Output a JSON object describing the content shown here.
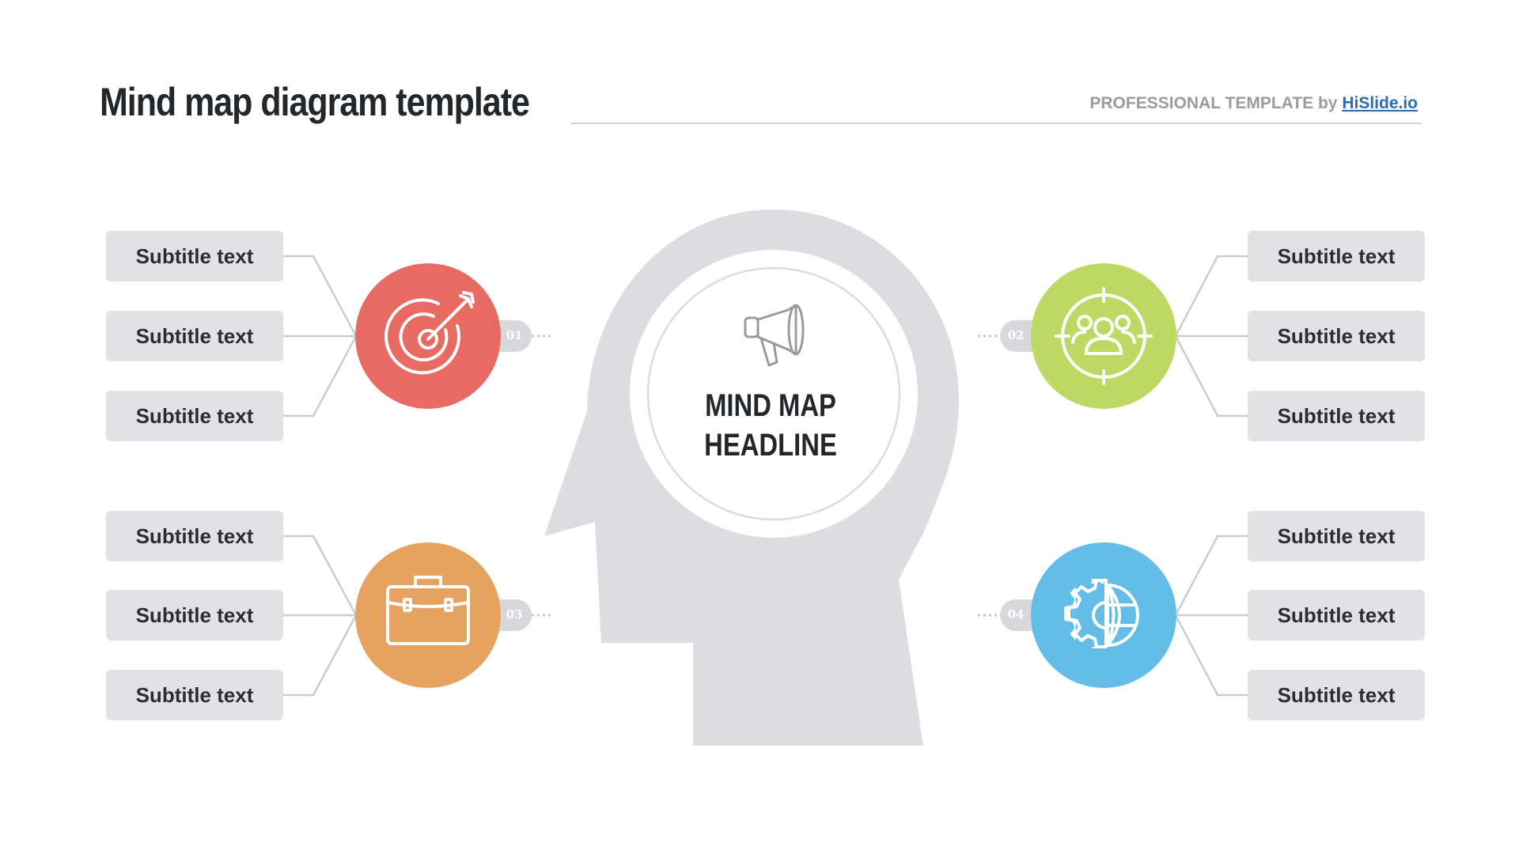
{
  "header": {
    "title": "Mind map diagram template",
    "brand_prefix": "PROFESSIONAL TEMPLATE by",
    "brand_link": "HiSlide.io"
  },
  "center": {
    "headline_line1": "MIND MAP",
    "headline_line2": "HEADLINE",
    "icon": "megaphone-icon"
  },
  "nodes": [
    {
      "number": "01",
      "color": "#e86b63",
      "icon": "target-icon",
      "subtitles": [
        "Subtitle text",
        "Subtitle text",
        "Subtitle text"
      ]
    },
    {
      "number": "02",
      "color": "#bdd964",
      "icon": "team-focus-icon",
      "subtitles": [
        "Subtitle text",
        "Subtitle text",
        "Subtitle text"
      ]
    },
    {
      "number": "03",
      "color": "#e6a35f",
      "icon": "briefcase-icon",
      "subtitles": [
        "Subtitle text",
        "Subtitle text",
        "Subtitle text"
      ]
    },
    {
      "number": "04",
      "color": "#64bde6",
      "icon": "gear-globe-icon",
      "subtitles": [
        "Subtitle text",
        "Subtitle text",
        "Subtitle text"
      ]
    }
  ],
  "colors": {
    "head": "#dddce1",
    "box": "#e2e1e6",
    "connector": "#cccccc",
    "text_dark": "#23272a"
  }
}
